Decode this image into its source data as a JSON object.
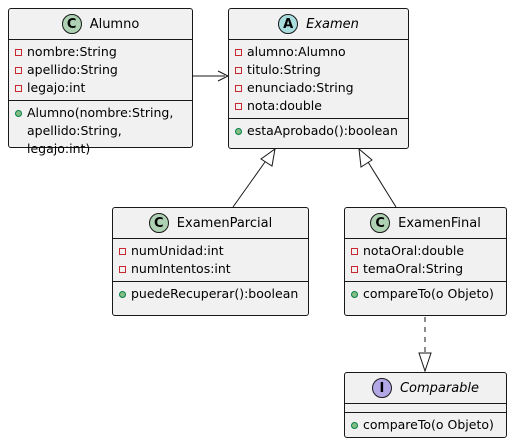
{
  "colors": {
    "class_badge": "#add1b2",
    "abstract_badge": "#a9dcdf",
    "interface_badge": "#b4a7e5",
    "private_marker": "#c82930",
    "public_marker": "#84be84",
    "box_fill": "#f1f1f1",
    "line": "#181818"
  },
  "classes": {
    "alumno": {
      "badge": "C",
      "name": "Alumno",
      "attributes": [
        "nombre:String",
        "apellido:String",
        "legajo:int"
      ],
      "methods": [
        "Alumno(nombre:String, apellido:String, legajo:int)"
      ]
    },
    "examen": {
      "badge": "A",
      "name": "Examen",
      "attributes": [
        "alumno:Alumno",
        "titulo:String",
        "enunciado:String",
        "nota:double"
      ],
      "methods": [
        "estaAprobado():boolean"
      ]
    },
    "examen_parcial": {
      "badge": "C",
      "name": "ExamenParcial",
      "attributes": [
        "numUnidad:int",
        "numIntentos:int"
      ],
      "methods": [
        "puedeRecuperar():boolean"
      ]
    },
    "examen_final": {
      "badge": "C",
      "name": "ExamenFinal",
      "attributes": [
        "notaOral:double",
        "temaOral:String"
      ],
      "methods": [
        "compareTo(o Objeto)"
      ]
    },
    "comparable": {
      "badge": "I",
      "name": "Comparable",
      "attributes": [],
      "methods": [
        "compareTo(o Objeto)"
      ]
    }
  }
}
